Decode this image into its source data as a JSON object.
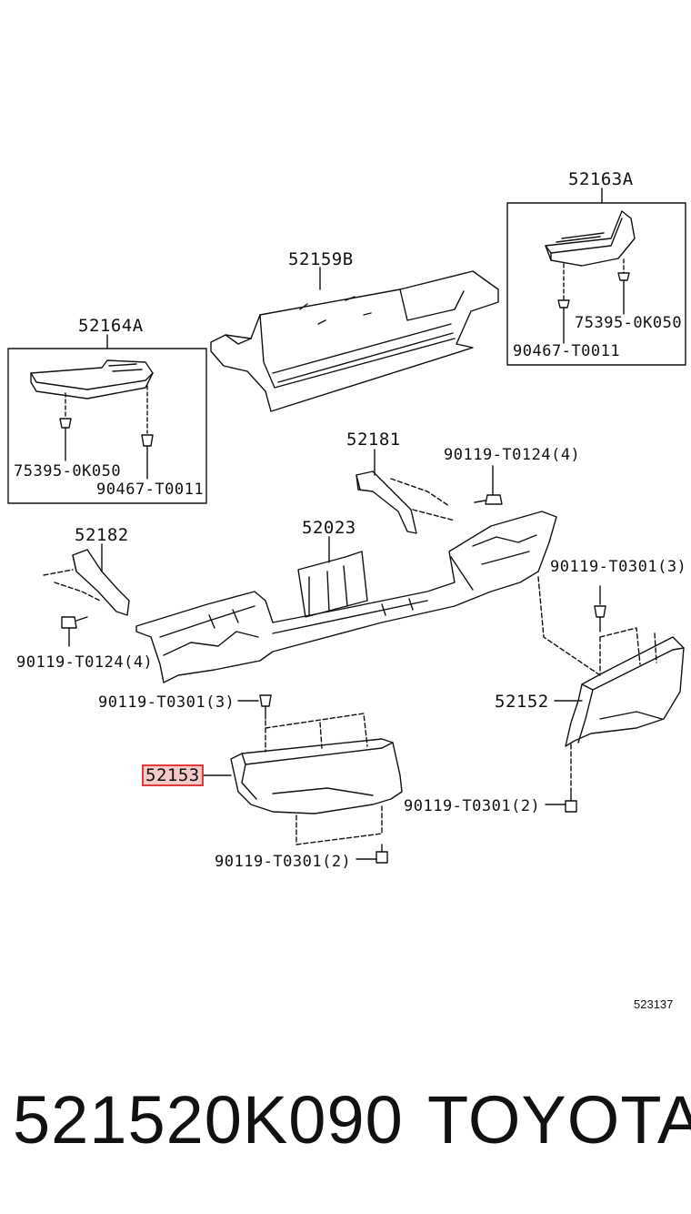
{
  "labels": {
    "l_52163A": "52163A",
    "l_52159B": "52159B",
    "l_52164A": "52164A",
    "l_75395_right": "75395-0K050",
    "l_90467_right": "90467-T0011",
    "l_75395_left": "75395-0K050",
    "l_90467_left": "90467-T0011",
    "l_52181": "52181",
    "l_90119_T0124_a": "90119-T0124(4)",
    "l_52182": "52182",
    "l_52023": "52023",
    "l_90119_T0301_3_right": "90119-T0301(3)",
    "l_90119_T0124_b": "90119-T0124(4)",
    "l_90119_T0301_3_left": "90119-T0301(3)",
    "l_52152": "52152",
    "l_52153": "52153",
    "l_90119_T0301_2_right": "90119-T0301(2)",
    "l_90119_T0301_2_bottom": "90119-T0301(2)"
  },
  "ref_code": "523137",
  "footer": {
    "part_number": "521520K090",
    "brand": "TOYOTA"
  },
  "colors": {
    "line": "#111111",
    "highlight_border": "#e23a3a",
    "highlight_fill": "#f6c9c9"
  }
}
